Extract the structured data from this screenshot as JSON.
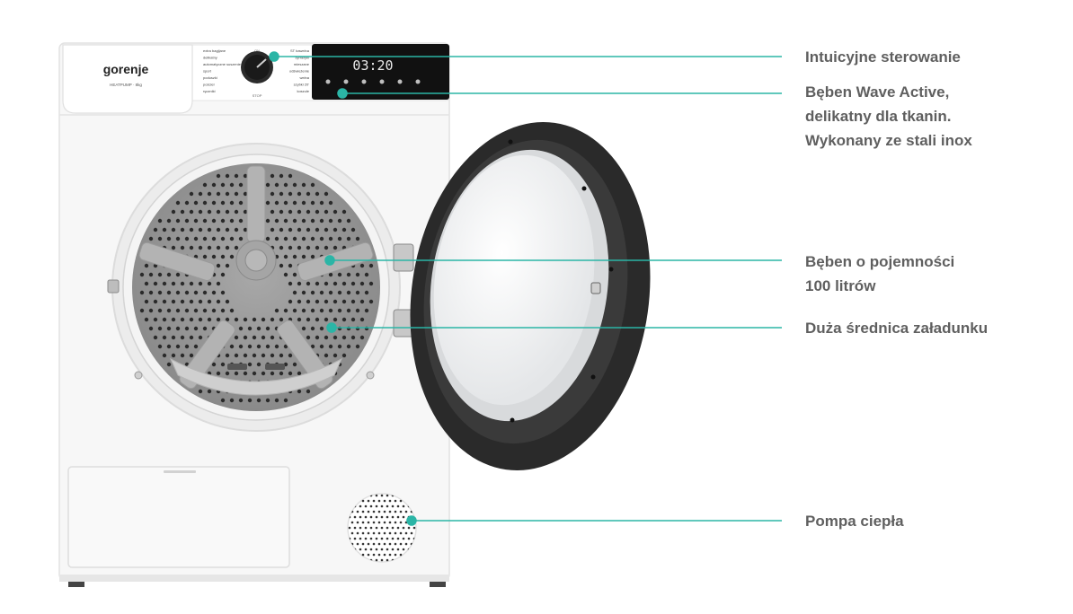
{
  "product": {
    "brand": "gorenje",
    "model_line": "HEATPUMP · 8kg",
    "display_time": "03:20",
    "programs_left": [
      "extra bagljane",
      "delikatny",
      "automatyczne suszenie",
      "sport",
      "poduszki",
      "pościel",
      "ręczniki"
    ],
    "programs_right": [
      "ST bawełna",
      "syntetyki",
      "mieszane",
      "odświeżenie",
      "wełna",
      "szybki 20'",
      "koszule"
    ],
    "knob_top_label": "ON",
    "knob_bottom_label": "STOP"
  },
  "callouts": [
    {
      "id": "control",
      "lines": [
        "Intuicyjne sterowanie"
      ]
    },
    {
      "id": "drum",
      "lines": [
        "Bęben Wave Active,",
        "delikatny dla tkanin.",
        "Wykonany ze stali inox"
      ]
    },
    {
      "id": "capacity",
      "lines": [
        "Bęben o pojemności",
        "100 litrów"
      ]
    },
    {
      "id": "opening",
      "lines": [
        "Duża średnica załadunku"
      ]
    },
    {
      "id": "heatpump",
      "lines": [
        "Pompa ciepła"
      ]
    }
  ],
  "colors": {
    "accent": "#2bb5a6",
    "text": "#5f5f5f",
    "body": "#f7f7f7",
    "drum": "#9b9b9b",
    "door_frame": "#2a2a2a",
    "display": "#111111"
  }
}
